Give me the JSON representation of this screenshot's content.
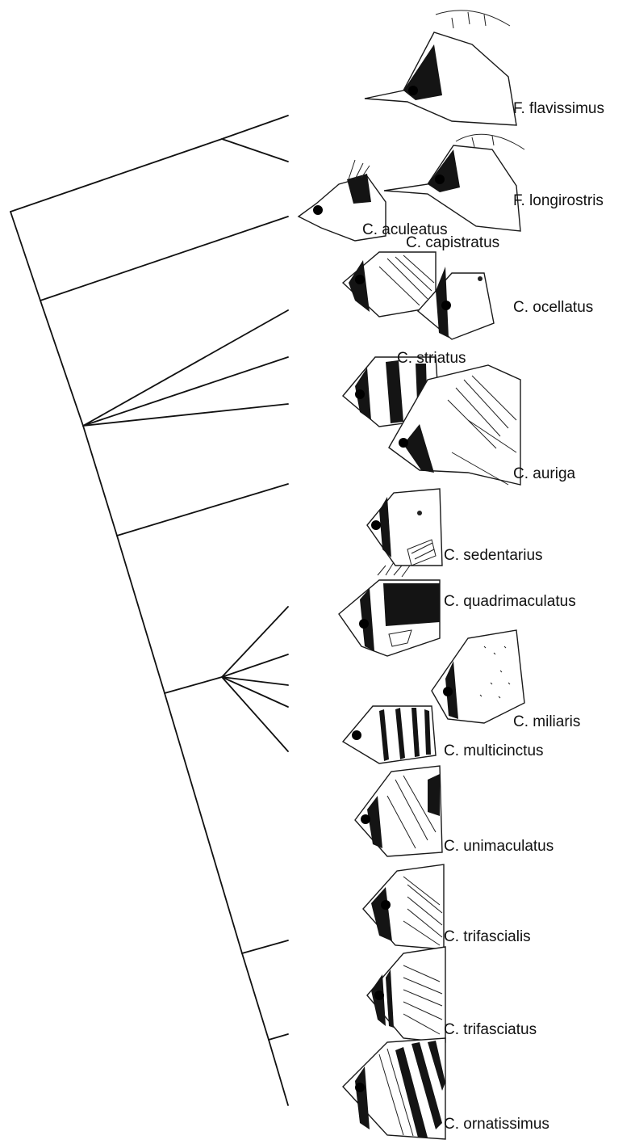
{
  "species": [
    {
      "id": "flavissimus",
      "label": "F. flavissimus"
    },
    {
      "id": "longirostris",
      "label": "F. longirostris"
    },
    {
      "id": "aculeatus",
      "label": "C. aculeatus"
    },
    {
      "id": "capistratus",
      "label": "C. capistratus"
    },
    {
      "id": "ocellatus",
      "label": "C. ocellatus"
    },
    {
      "id": "striatus",
      "label": "C. striatus"
    },
    {
      "id": "auriga",
      "label": "C. auriga"
    },
    {
      "id": "sedentarius",
      "label": "C. sedentarius"
    },
    {
      "id": "quadrimaculatus",
      "label": "C. quadrimaculatus"
    },
    {
      "id": "miliaris",
      "label": "C. miliaris"
    },
    {
      "id": "multicinctus",
      "label": "C. multicinctus"
    },
    {
      "id": "unimaculatus",
      "label": "C. unimaculatus"
    },
    {
      "id": "trifascialis",
      "label": "C. trifascialis"
    },
    {
      "id": "trifasciatus",
      "label": "C. trifasciatus"
    },
    {
      "id": "ornatissimus",
      "label": "C. ornatissimus"
    }
  ]
}
